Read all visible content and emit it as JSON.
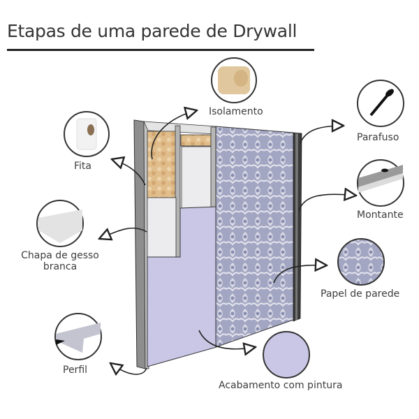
{
  "title": "Etapas de uma parede de Drywall",
  "components": [
    {
      "id": "isolamento",
      "label": "Isolamento",
      "icon": "insulation-roll-icon"
    },
    {
      "id": "fita",
      "label": "Fita",
      "icon": "tape-roll-icon"
    },
    {
      "id": "parafuso",
      "label": "Parafuso",
      "icon": "screw-icon"
    },
    {
      "id": "montante",
      "label": "Montante",
      "icon": "stud-profile-icon"
    },
    {
      "id": "chapa",
      "label": "Chapa de gesso",
      "label2": "branca",
      "icon": "gypsum-board-icon"
    },
    {
      "id": "papel",
      "label": "Papel de parede",
      "icon": "wallpaper-swatch-icon"
    },
    {
      "id": "perfil",
      "label": "Perfil",
      "icon": "track-profile-icon"
    },
    {
      "id": "acabamento",
      "label": "Acabamento com pintura",
      "icon": "paint-swatch-icon"
    }
  ],
  "colors": {
    "insulation": "#e2c08e",
    "paint": "#c9c6e6",
    "wallpaper": "#9c9fbe",
    "gypsum": "#e8e8ea",
    "frame": "#9a9a9a"
  }
}
